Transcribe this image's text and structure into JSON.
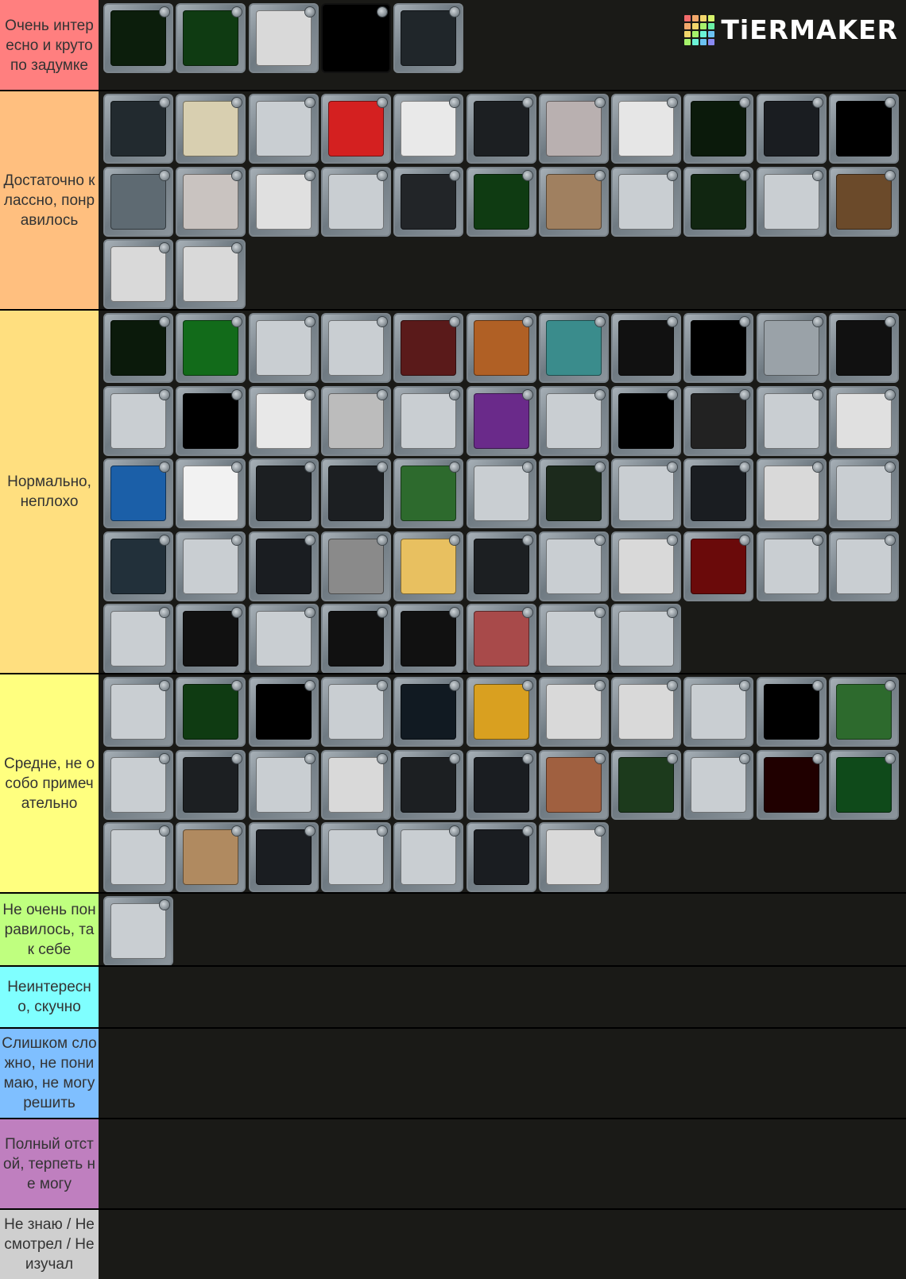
{
  "brand": {
    "text": "TiERMAKER"
  },
  "tiers": [
    {
      "label": "Очень интересно и круто по задумке",
      "color": "#ff7f7f",
      "count": 5,
      "faces": [
        "#0c1e0c",
        "#0f3b12",
        "#d9d9d9",
        "#000000",
        "#20262a"
      ]
    },
    {
      "label": "Достаточно классно, понравилось",
      "color": "#ffbf7f",
      "count": 24,
      "faces": [
        "#222a2f",
        "#d8cfb0",
        "#c9ced2",
        "#d42020",
        "#e9e9e9",
        "#1c1f22",
        "#b9b0b0",
        "#e6e6e6",
        "#0b1a0b",
        "#1a1d21",
        "#000000",
        "#5e6a72",
        "#c9c3c0",
        "#e0e0e0",
        "#c9ced2",
        "#222528",
        "#0f3b12",
        "#a08060",
        "#c9ced2",
        "#112611",
        "#c9ced2",
        "#6b4a2a",
        "#d9d9d9",
        "#d9d9d9"
      ]
    },
    {
      "label": "Нормально, неплохо",
      "color": "#ffdf7f",
      "count": 52,
      "faces": [
        "#0b1a0b",
        "#126b1a",
        "#c9ced2",
        "#c9ced2",
        "#5a1a1a",
        "#b06025",
        "#3a8c8c",
        "#111111",
        "#000000",
        "#9aa2a8",
        "#111111",
        "#c9ced2",
        "#000000",
        "#e8e8e8",
        "#bcbcbc",
        "#c9ced2",
        "#6a2a8a",
        "#c9ced2",
        "#000000",
        "#222222",
        "#c9ced2",
        "#e0e0e0",
        "#1b5fa8",
        "#f2f2f2",
        "#1c1f22",
        "#1c1f22",
        "#2d6a2d",
        "#c9ced2",
        "#1c2a1c",
        "#c9ced2",
        "#1a1d21",
        "#d9d9d9",
        "#c9ced2",
        "#22303a",
        "#c9ced2",
        "#1a1d21",
        "#8a8a8a",
        "#e8c060",
        "#1c1f22",
        "#c9ced2",
        "#d9d9d9",
        "#6a0a0a",
        "#c9ced2",
        "#c9ced2",
        "#c9ced2",
        "#111111",
        "#c9ced2",
        "#111111",
        "#111111",
        "#a84a4a",
        "#c9ced2",
        "#c9ced2"
      ]
    },
    {
      "label": "Средне, не особо примечательно",
      "color": "#ffff7f",
      "count": 29,
      "faces": [
        "#c9ced2",
        "#0f3b12",
        "#000000",
        "#c9ced2",
        "#111a22",
        "#d9a020",
        "#d9d9d9",
        "#d9d9d9",
        "#c9ced2",
        "#000000",
        "#2d6a2d",
        "#c9ced2",
        "#1c1f22",
        "#c9ced2",
        "#d9d9d9",
        "#1c1f22",
        "#1a1d21",
        "#a06040",
        "#1c3a1c",
        "#c9ced2",
        "#200000",
        "#0f4a1a",
        "#c9ced2",
        "#b08a60",
        "#1a1d21",
        "#c9ced2",
        "#c9ced2",
        "#1a1d21",
        "#d9d9d9"
      ]
    },
    {
      "label": "Не очень понравилось, так себе",
      "color": "#bfff7f",
      "count": 1,
      "faces": [
        "#c9ced2"
      ]
    },
    {
      "label": "Неинтересно, скучно",
      "color": "#7fffff",
      "count": 0,
      "faces": []
    },
    {
      "label": "Слишком сложно, не понимаю, не могу решить",
      "color": "#7fbfff",
      "count": 0,
      "faces": []
    },
    {
      "label": "Полный отстой, терпеть не могу",
      "color": "#bf7fbf",
      "count": 0,
      "faces": []
    },
    {
      "label": "Не знаю / Не смотрел / Не изучал",
      "color": "#cfcfcf",
      "count": 0,
      "faces": []
    }
  ]
}
